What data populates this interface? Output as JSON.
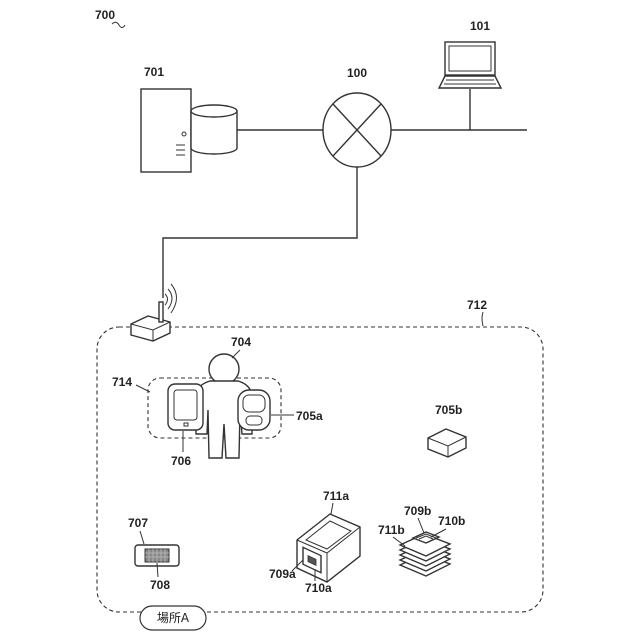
{
  "labels": {
    "system": "700",
    "terminal": "101",
    "server": "701",
    "network": "100",
    "area": "712",
    "person": "704",
    "group": "714",
    "wearable_a": "705a",
    "wearable_b": "705b",
    "phone": "706",
    "device_707": "707",
    "device_708": "708",
    "printer_a": "711a",
    "tray_a": "709a",
    "slot_a": "710a",
    "printer_b": "711b",
    "tray_b": "709b",
    "slot_b": "710b",
    "location": "場所A"
  }
}
